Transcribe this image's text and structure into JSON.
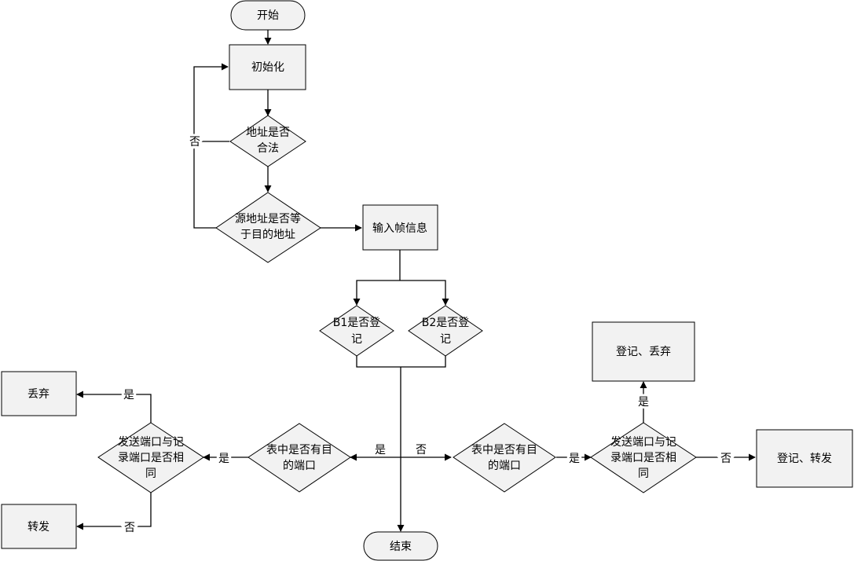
{
  "nodes": {
    "start": "开始",
    "init": "初始化",
    "addr_valid": [
      "地址是否",
      "合法"
    ],
    "src_eq_dst": [
      "源地址是否等",
      "于目的地址"
    ],
    "input_frame": "输入帧信息",
    "b1_registered": [
      "B1是否登",
      "记"
    ],
    "b2_registered": [
      "B2是否登",
      "记"
    ],
    "table_left": [
      "表中是否有目",
      "的端口"
    ],
    "table_right": [
      "表中是否有目",
      "的端口"
    ],
    "port_same_left": [
      "发送端口与记",
      "录端口是否相",
      "同"
    ],
    "port_same_right": [
      "发送端口与记",
      "录端口是否相",
      "同"
    ],
    "discard": "丢弃",
    "forward": "转发",
    "register_discard": "登记、丢弃",
    "register_forward": "登记、转发",
    "end": "结束"
  },
  "labels": {
    "no_loop": "否",
    "yes_center": "是",
    "no_center": "否",
    "yes_left_table": "是",
    "yes_discard": "是",
    "no_forward": "否",
    "yes_right_table": "是",
    "yes_register_discard": "是",
    "no_register_forward": "否"
  }
}
